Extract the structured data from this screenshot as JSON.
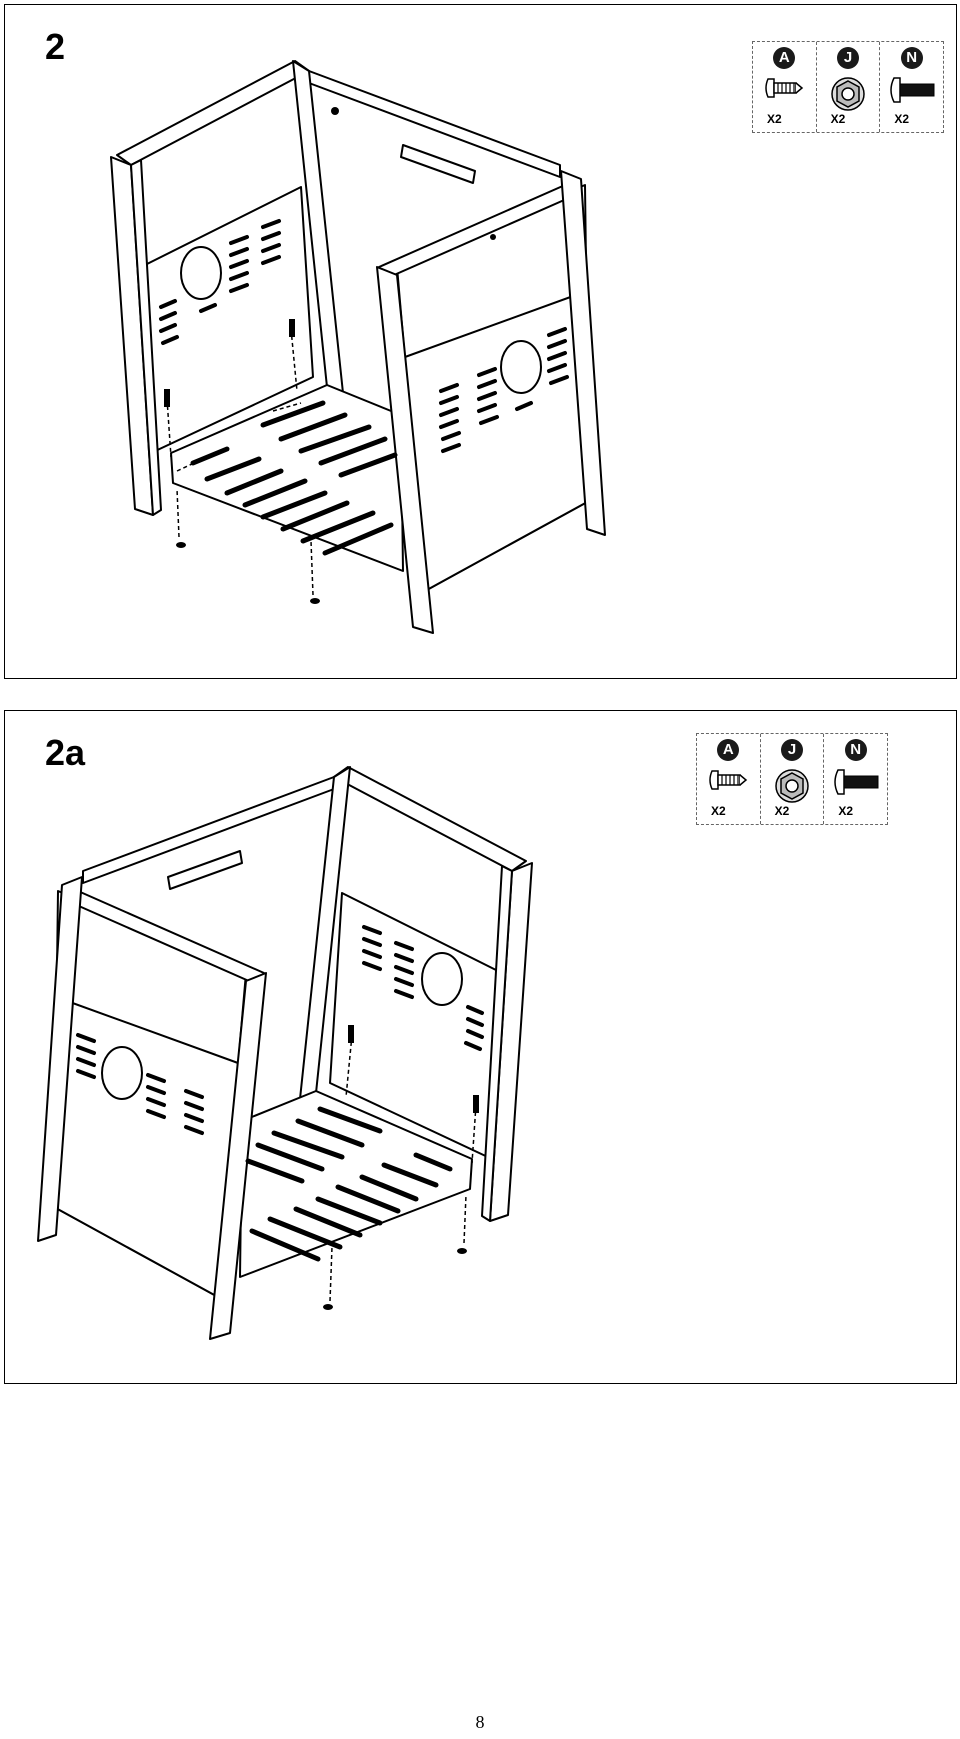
{
  "steps": [
    {
      "label": "2",
      "parts": [
        {
          "letter": "A",
          "qty": "X2",
          "icon": "tapping-screw-icon"
        },
        {
          "letter": "J",
          "qty": "X2",
          "icon": "flange-nut-icon"
        },
        {
          "letter": "N",
          "qty": "X2",
          "icon": "bolt-icon"
        }
      ]
    },
    {
      "label": "2a",
      "parts": [
        {
          "letter": "A",
          "qty": "X2",
          "icon": "tapping-screw-icon"
        },
        {
          "letter": "J",
          "qty": "X2",
          "icon": "flange-nut-icon"
        },
        {
          "letter": "N",
          "qty": "X2",
          "icon": "bolt-icon"
        }
      ]
    }
  ],
  "page_number": "8"
}
